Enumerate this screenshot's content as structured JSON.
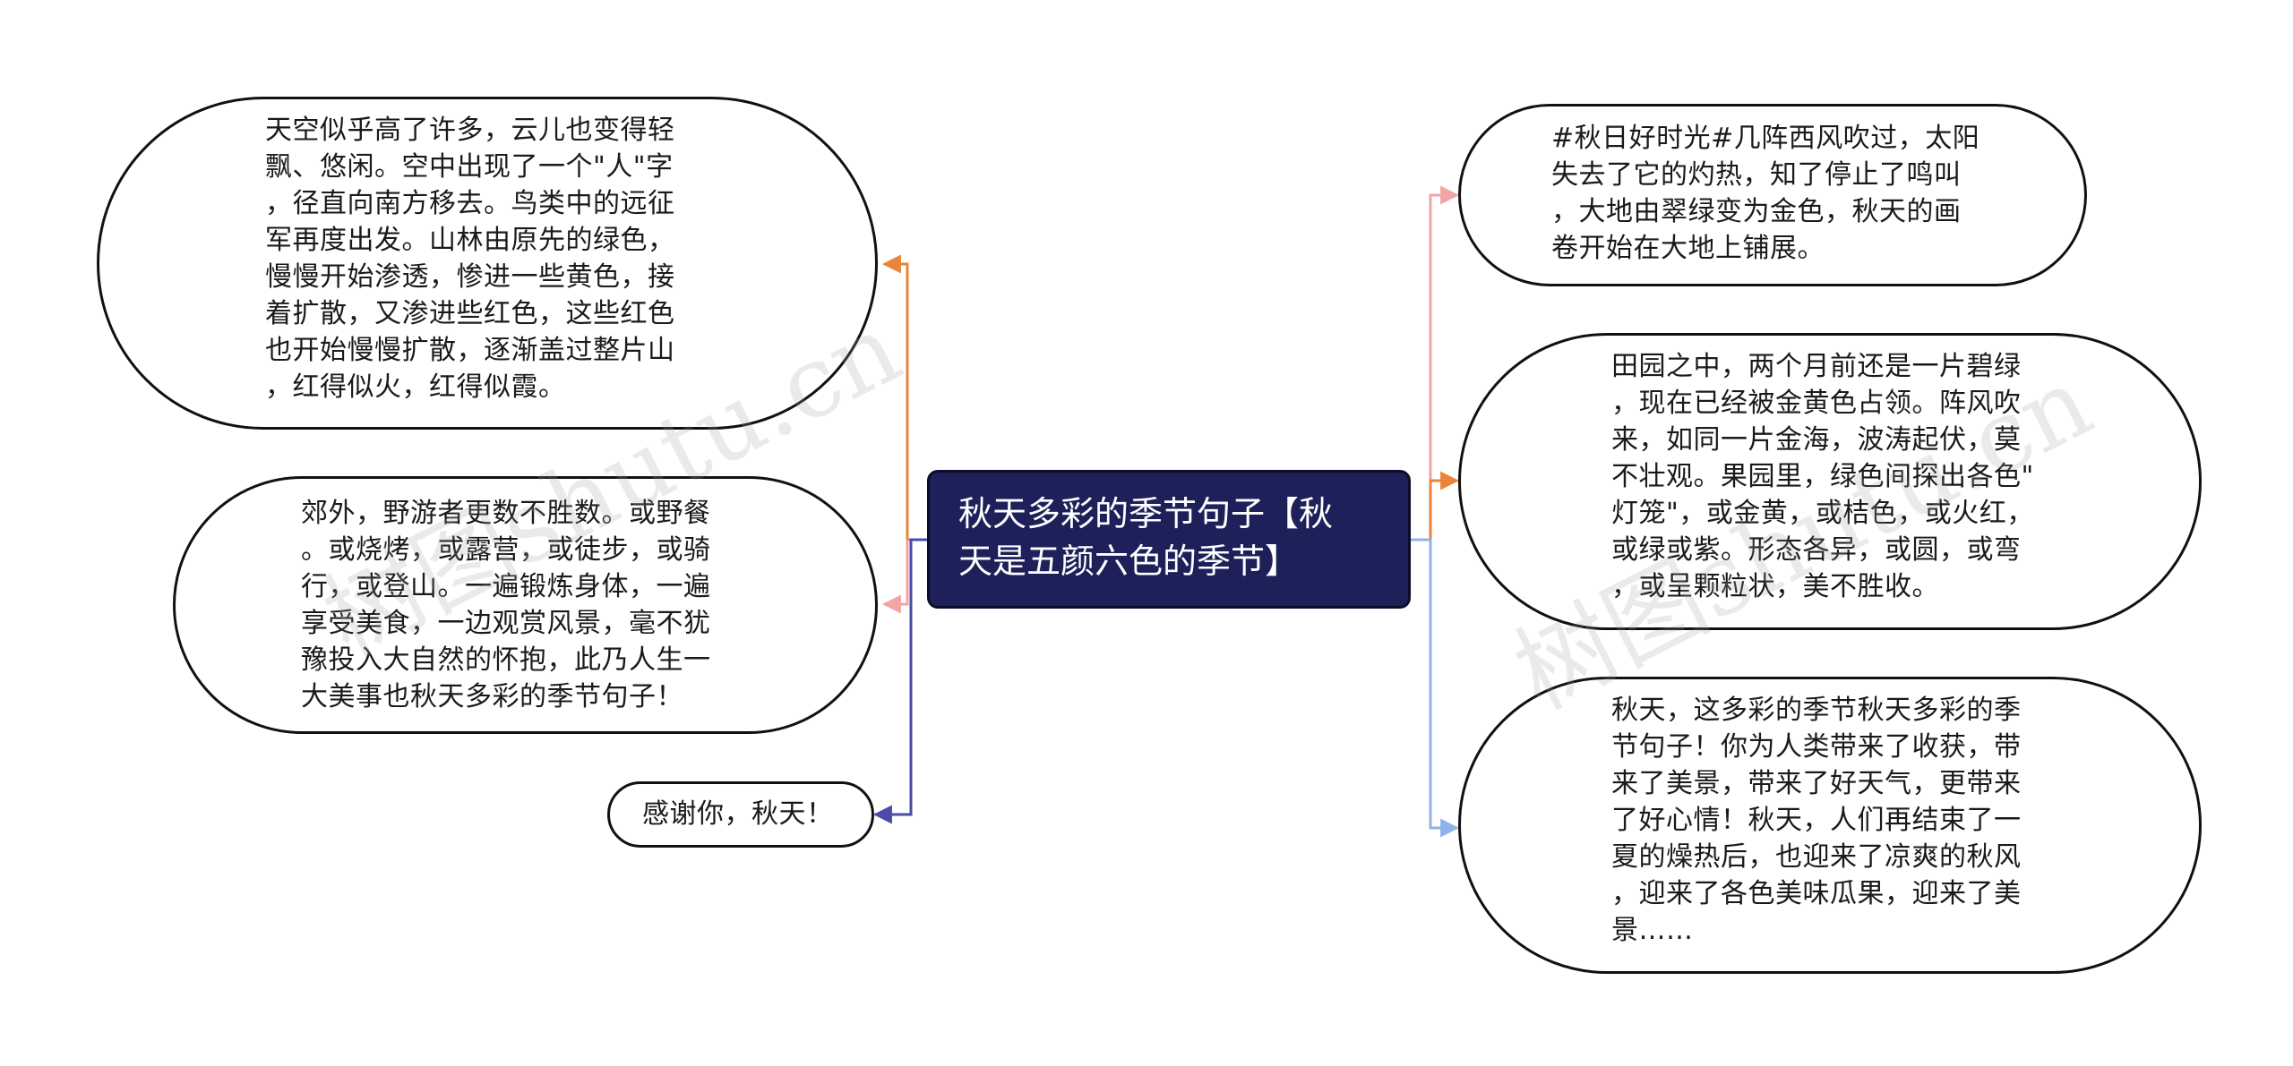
{
  "center": {
    "title": "秋天多彩的季节句子【秋\n天是五颜六色的季节】",
    "fill": "#1e2059"
  },
  "left_nodes": [
    {
      "text": "天空似乎高了许多，云儿也变得轻\n飘、悠闲。空中出现了一个\"人\"字\n，径直向南方移去。鸟类中的远征\n军再度出发。山林由原先的绿色，\n慢慢开始渗透，惨进一些黄色，接\n着扩散，又渗进些红色，这些红色\n也开始慢慢扩散，逐渐盖过整片山\n，红得似火，红得似霞。",
      "connector_color": "#e8853a"
    },
    {
      "text": "郊外，野游者更数不胜数。或野餐\n。或烧烤，或露营，或徒步，或骑\n行，或登山。一遍锻炼身体，一遍\n享受美食，一边观赏风景，毫不犹\n豫投入大自然的怀抱，此乃人生一\n大美事也秋天多彩的季节句子！",
      "connector_color": "#f2a5a5"
    },
    {
      "text": "感谢你，秋天！",
      "connector_color": "#4a4aa8"
    }
  ],
  "right_nodes": [
    {
      "text": "#秋日好时光#几阵西风吹过，太阳\n失去了它的灼热，知了停止了鸣叫\n，大地由翠绿变为金色，秋天的画\n卷开始在大地上铺展。",
      "connector_color": "#f2a5a5"
    },
    {
      "text": "田园之中，两个月前还是一片碧绿\n，现在已经被金黄色占领。阵风吹\n来，如同一片金海，波涛起伏，莫\n不壮观。果园里，绿色间探出各色\"\n灯笼\"，或金黄，或桔色，或火红，\n或绿或紫。形态各异，或圆，或弯\n，或呈颗粒状，美不胜收。",
      "connector_color": "#e8853a"
    },
    {
      "text": "秋天，这多彩的季节秋天多彩的季\n节句子！你为人类带来了收获，带\n来了美景，带来了好天气，更带来\n了好心情！秋天，人们再结束了一\n夏的燥热后，也迎来了凉爽的秋风\n，迎来了各色美味瓜果，迎来了美\n景……",
      "connector_color": "#8fb3e8"
    }
  ],
  "watermarks": [
    "树图shutu.cn",
    "树图shutu.cn"
  ]
}
